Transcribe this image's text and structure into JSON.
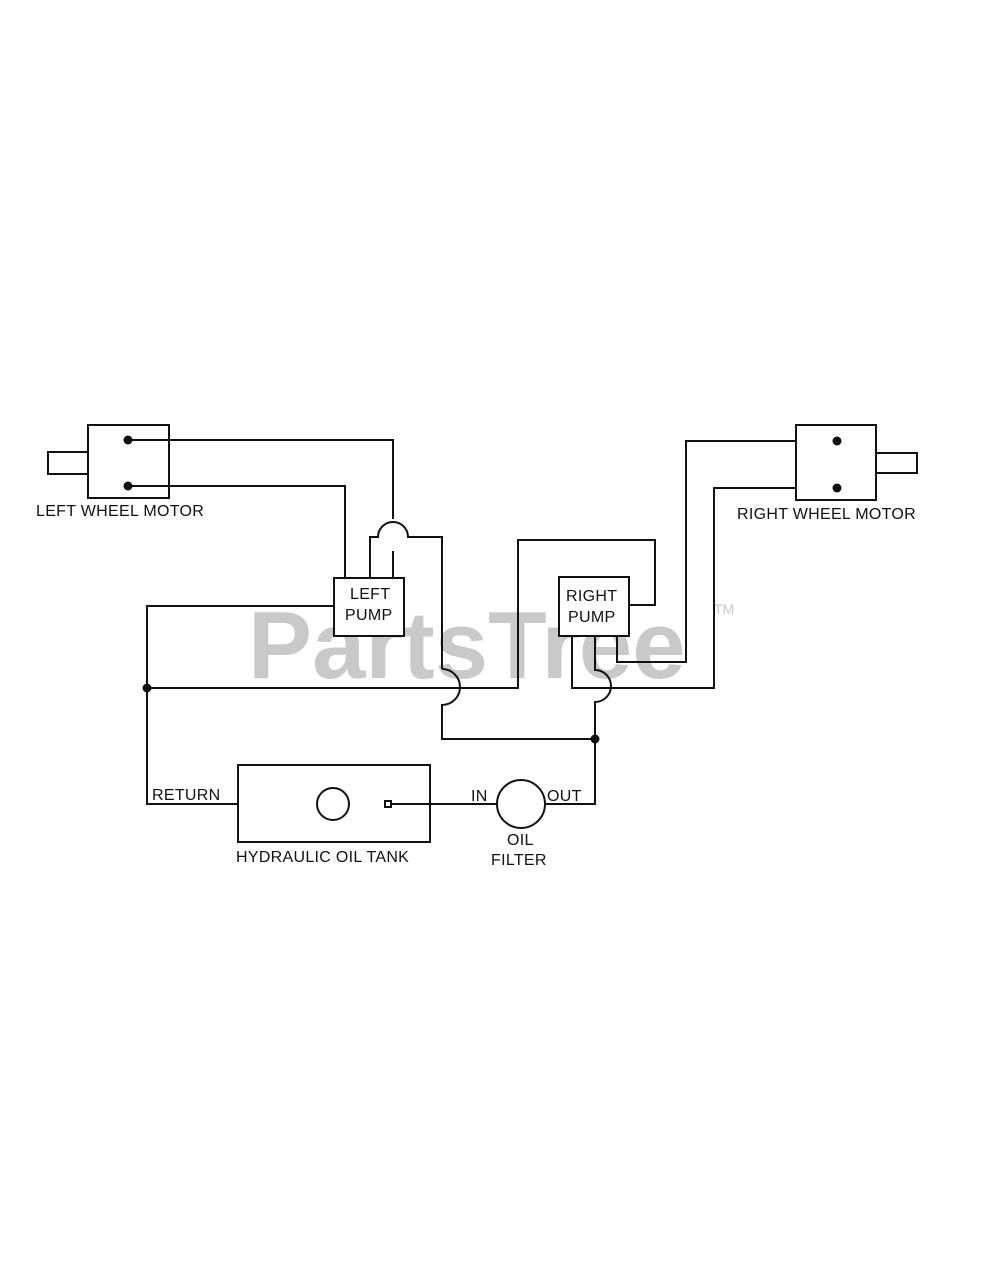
{
  "watermark": {
    "text": "PartsTree",
    "trademark": "TM"
  },
  "components": {
    "left_wheel_motor": "LEFT WHEEL MOTOR",
    "right_wheel_motor": "RIGHT WHEEL MOTOR",
    "left_pump": [
      "LEFT",
      "PUMP"
    ],
    "right_pump": [
      "RIGHT",
      "PUMP"
    ],
    "hydraulic_oil_tank": "HYDRAULIC OIL TANK",
    "return_label": "RETURN",
    "oil_filter": [
      "OIL",
      "FILTER"
    ],
    "filter_in": "IN",
    "filter_out": "OUT"
  },
  "colors": {
    "line": "#111111",
    "watermark": "#c9c9c9",
    "background": "#ffffff"
  }
}
